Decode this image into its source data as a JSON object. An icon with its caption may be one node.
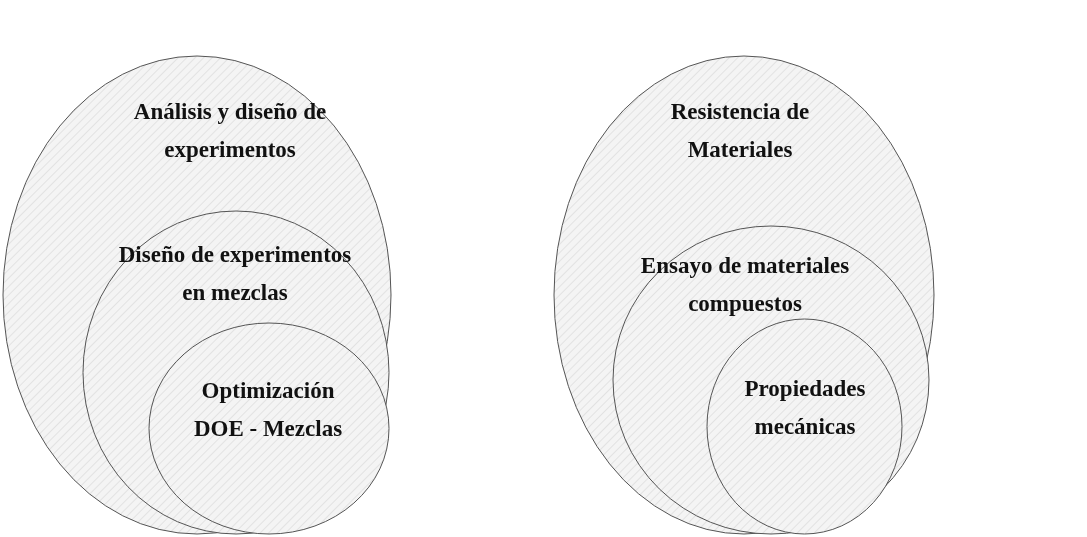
{
  "diagram": {
    "nodes": [
      {
        "text": [
          "Análisis y diseño de experimentos"
        ]
      },
      {
        "text": [
          "Diseño de experimentos en mezclas"
        ],
        "in": 0
      },
      {
        "text": [
          "Optimización DOE - Mezclas"
        ],
        "in": 1
      },
      {
        "text": [
          "Resistencia de Materiales"
        ]
      },
      {
        "text": [
          "Ensayo de materiales compuestos"
        ],
        "in": 3
      },
      {
        "text": [
          "Propiedades mecánicas"
        ],
        "in": 4
      }
    ],
    "edges": []
  }
}
